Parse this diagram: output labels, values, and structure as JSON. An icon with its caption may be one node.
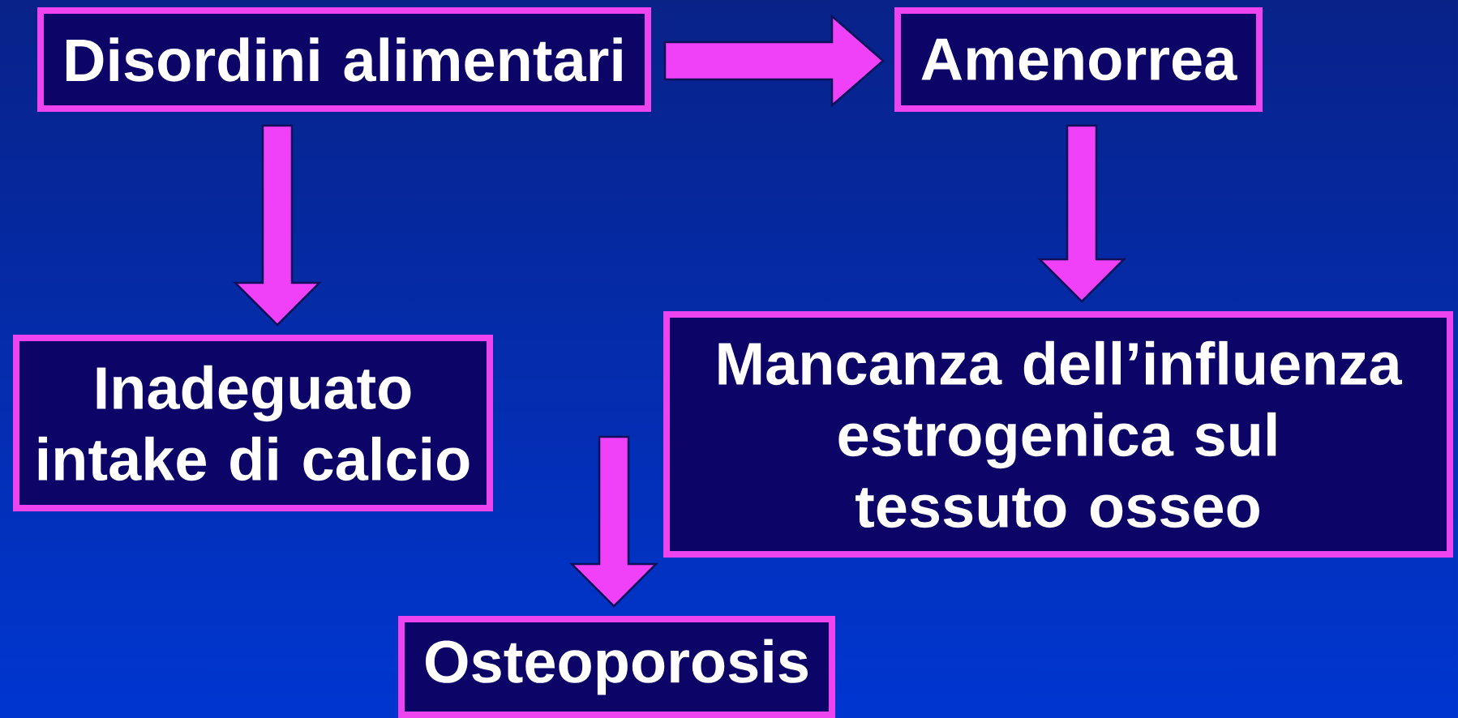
{
  "diagram": {
    "nodes": [
      {
        "text": [
          "Disordini alimentari"
        ]
      },
      {
        "text": [
          "Amenorrea"
        ]
      },
      {
        "text": [
          "Inadeguato intake di calcio"
        ]
      },
      {
        "text": [
          "Mancanza dell’influenza estrogenica sul tessuto osseo"
        ]
      },
      {
        "text": [
          "Osteoporosis"
        ]
      }
    ],
    "edges": [
      {
        "from": 0,
        "to": 1,
        "arrow": "to"
      },
      {
        "from": 0,
        "to": 2,
        "arrow": "to"
      },
      {
        "from": 1,
        "to": 3,
        "arrow": "to"
      },
      {
        "from": null,
        "to": 4,
        "arrow": "to"
      }
    ]
  }
}
